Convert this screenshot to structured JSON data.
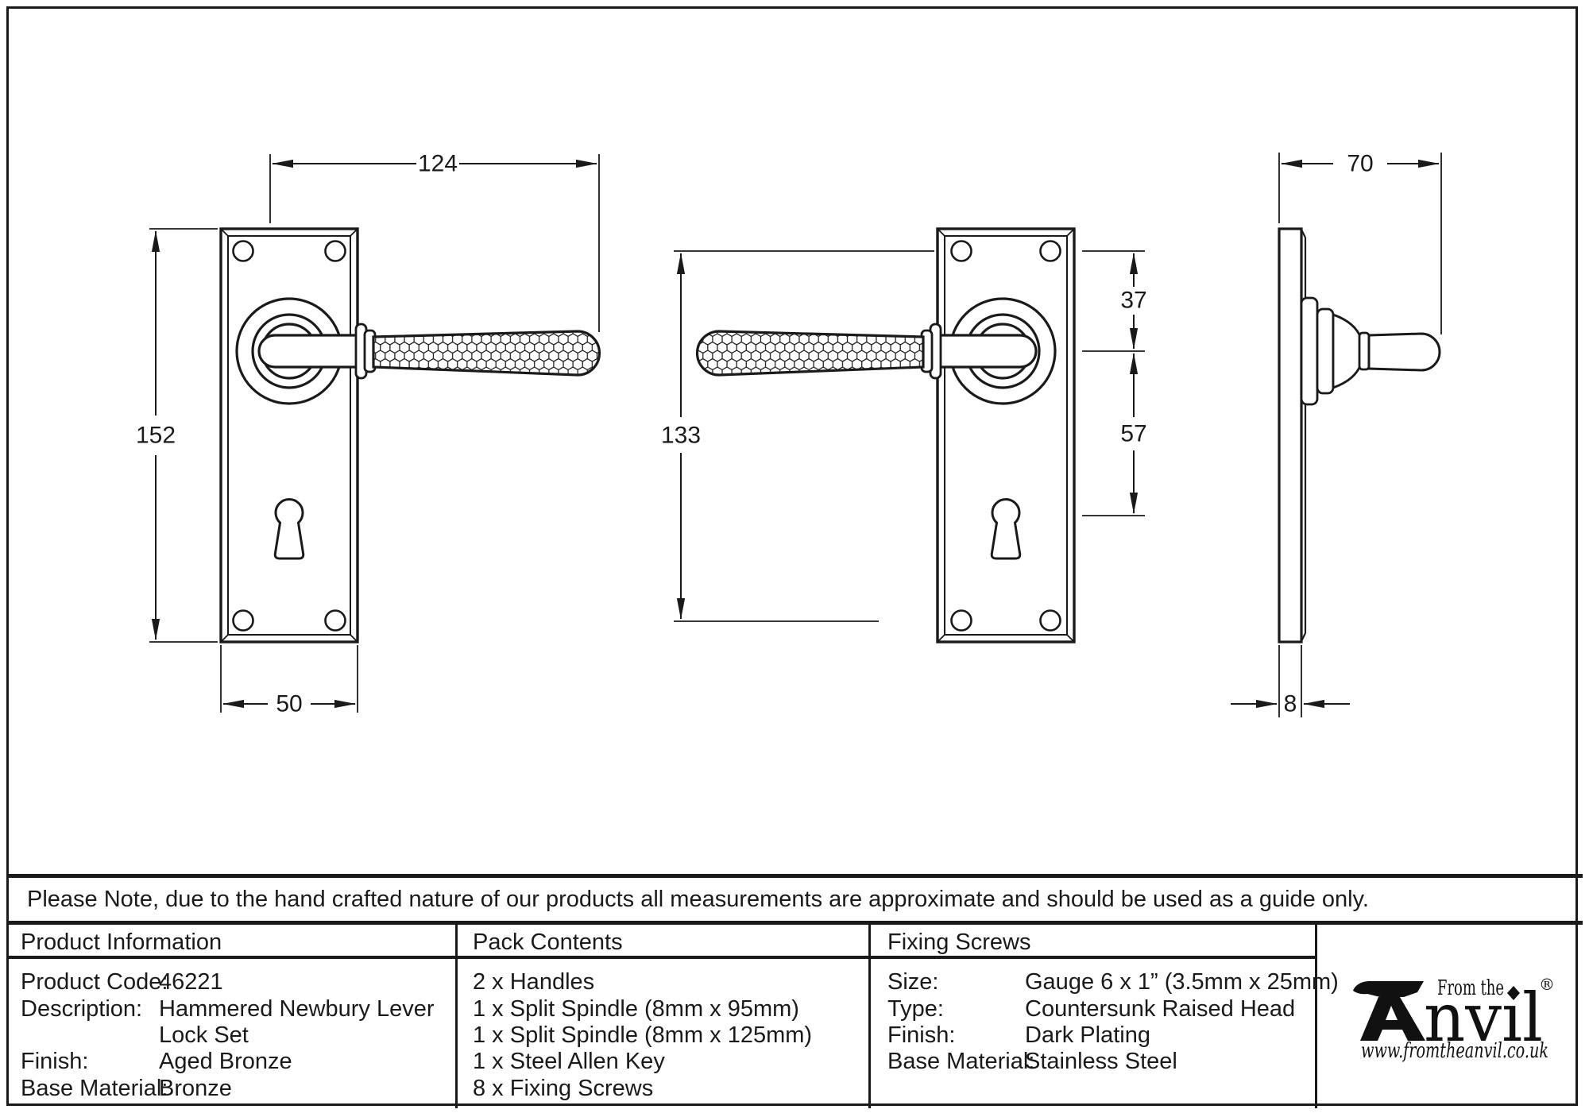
{
  "drawing": {
    "dim_overall_length": "124",
    "dim_plate_height": "152",
    "dim_plate_width": "50",
    "dim_fixing_centres": "133",
    "dim_screw_to_spindle": "37",
    "dim_spindle_to_keyhole": "57",
    "dim_side_projection": "70",
    "dim_plate_thickness": "8"
  },
  "note": "Please Note, due to the hand crafted nature of our products all measurements are approximate and should be used as a guide only.",
  "product_info": {
    "header": "Product Information",
    "rows": [
      {
        "label": "Product Code:",
        "value": "46221"
      },
      {
        "label": "Description:",
        "value": "Hammered Newbury Lever"
      },
      {
        "label": "",
        "value": "Lock Set"
      },
      {
        "label": "Finish:",
        "value": "Aged Bronze"
      },
      {
        "label": "Base Material:",
        "value": "Bronze"
      }
    ]
  },
  "pack_contents": {
    "header": "Pack Contents",
    "items": [
      "2 x Handles",
      "1 x Split Spindle (8mm x 95mm)",
      "1 x Split Spindle (8mm x 125mm)",
      "1 x Steel Allen Key",
      "8 x Fixing Screws"
    ]
  },
  "fixing_screws": {
    "header": "Fixing Screws",
    "rows": [
      {
        "label": "Size:",
        "value": "Gauge 6 x 1” (3.5mm x 25mm)"
      },
      {
        "label": "Type:",
        "value": "Countersunk Raised Head"
      },
      {
        "label": "Finish:",
        "value": "Dark Plating"
      },
      {
        "label": "Base Material:",
        "value": "Stainless Steel"
      }
    ]
  },
  "logo": {
    "prefix": "From the",
    "wordmark": "nvıl",
    "registered": "®",
    "url": "www.fromtheanvil.co.uk"
  },
  "colors": {
    "ink": "#1a1a1a",
    "paper": "#ffffff"
  }
}
